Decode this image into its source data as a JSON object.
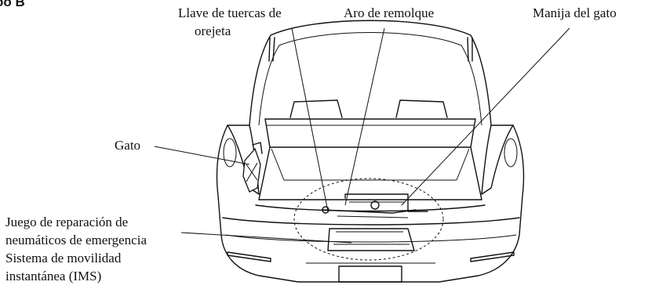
{
  "figure": {
    "corner_text": "oo B",
    "labels": {
      "lug_wrench": [
        "Llave de tuercas de",
        "orejeta"
      ],
      "tow_hook": "Aro de remolque",
      "jack_handle": "Manija del gato",
      "jack": "Gato",
      "repair_kit": [
        "Juego de reparación de",
        "neumáticos de emergencia",
        "Sistema de movilidad",
        "instantánea (IMS)"
      ]
    }
  }
}
